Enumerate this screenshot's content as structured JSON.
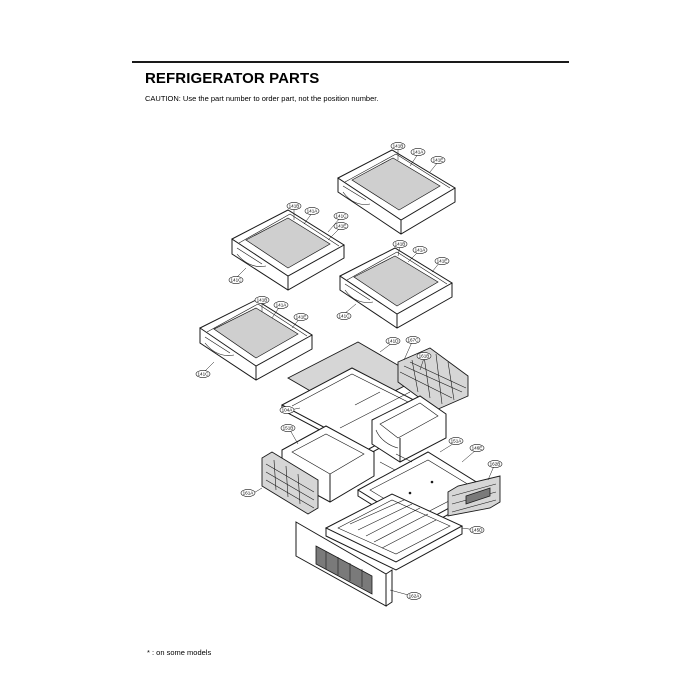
{
  "page": {
    "title": "REFRIGERATOR PARTS",
    "caution": "CAUTION: Use the part number to order part, not the position number.",
    "footnote": "* : on some models"
  },
  "callouts": [
    {
      "id": "c1",
      "label": "141B"
    },
    {
      "id": "c2",
      "label": "141A"
    },
    {
      "id": "c3",
      "label": "141E"
    },
    {
      "id": "c4",
      "label": "141B"
    },
    {
      "id": "c5",
      "label": "141A"
    },
    {
      "id": "c6",
      "label": "141C"
    },
    {
      "id": "c7",
      "label": "141E"
    },
    {
      "id": "c8",
      "label": "141C"
    },
    {
      "id": "c9",
      "label": "141B"
    },
    {
      "id": "c10",
      "label": "141A"
    },
    {
      "id": "c11",
      "label": "141E"
    },
    {
      "id": "c12",
      "label": "141C"
    },
    {
      "id": "c13",
      "label": "141B"
    },
    {
      "id": "c14",
      "label": "141A"
    },
    {
      "id": "c15",
      "label": "141E"
    },
    {
      "id": "c16",
      "label": "141C"
    },
    {
      "id": "c17",
      "label": "141D"
    },
    {
      "id": "c18",
      "label": "167C"
    },
    {
      "id": "c19",
      "label": "161B"
    },
    {
      "id": "c20",
      "label": "104A"
    },
    {
      "id": "c21",
      "label": "151B"
    },
    {
      "id": "c22",
      "label": "151A"
    },
    {
      "id": "c23",
      "label": "146E"
    },
    {
      "id": "c24",
      "label": "162B"
    },
    {
      "id": "c25",
      "label": "161A"
    },
    {
      "id": "c26",
      "label": "145D"
    },
    {
      "id": "c27",
      "label": "162A"
    }
  ]
}
